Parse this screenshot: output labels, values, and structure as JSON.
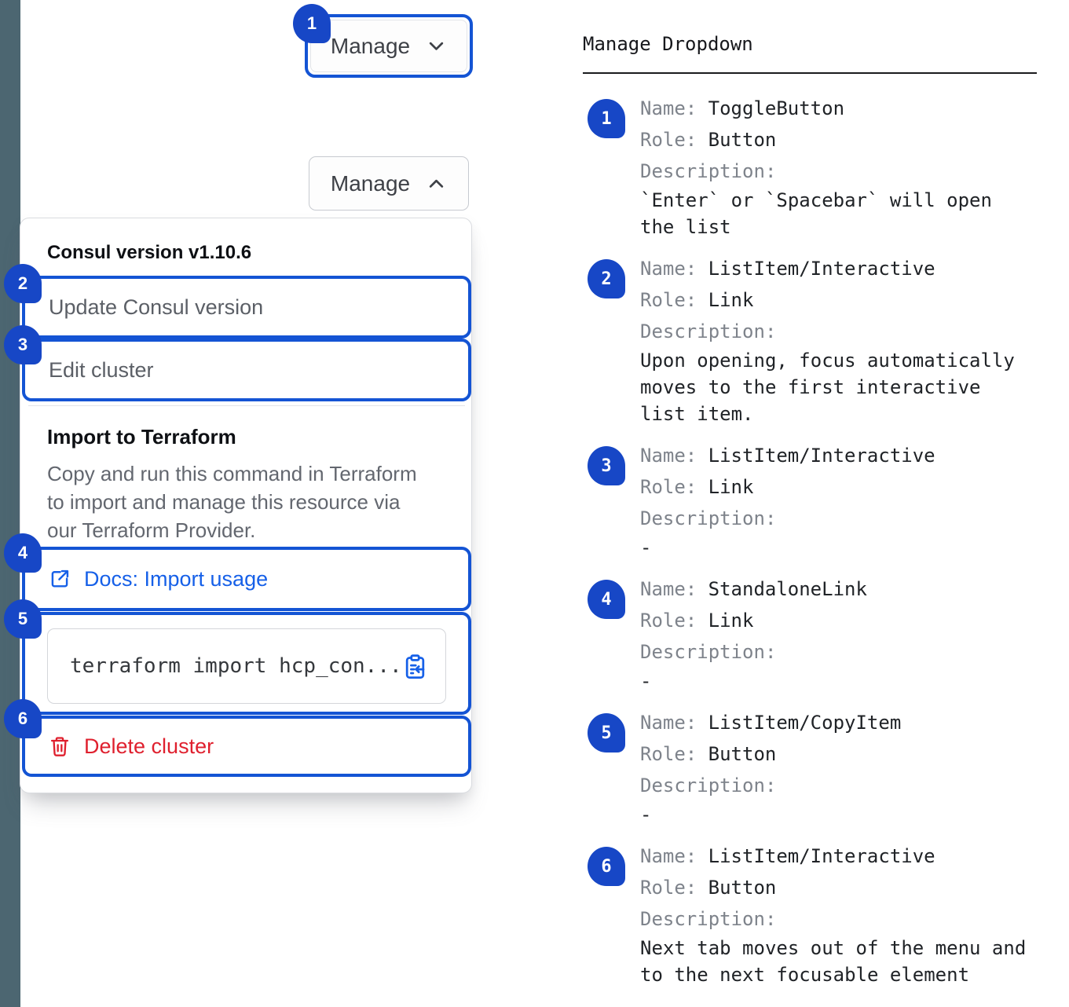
{
  "colors": {
    "slate": "#4c6671",
    "badge": "#1747c6",
    "ring": "#1454d4",
    "link": "#1660e8",
    "red": "#df202e"
  },
  "manage_collapsed": {
    "label": "Manage"
  },
  "manage_expanded": {
    "label": "Manage"
  },
  "dropdown": {
    "version_label": "Consul version v1.10.6",
    "update_item": "Update Consul version",
    "edit_item": "Edit cluster",
    "import_title": "Import to Terraform",
    "import_description": "Copy and run this command in Terraform to import and manage this resource via our Terraform Provider.",
    "docs_link": "Docs: Import usage",
    "command": "terraform import hcp_con...",
    "delete_item": "Delete cluster"
  },
  "spec": {
    "title": "Manage Dropdown",
    "labels": {
      "name": "Name:",
      "role": "Role:",
      "description": "Description:"
    },
    "items": [
      {
        "number": "1",
        "name": "ToggleButton",
        "role": "Button",
        "description": "`Enter` or `Spacebar` will open the list"
      },
      {
        "number": "2",
        "name": "ListItem/Interactive",
        "role": "Link",
        "description": "Upon opening, focus automatically moves to the first interactive list item."
      },
      {
        "number": "3",
        "name": "ListItem/Interactive",
        "role": "Link",
        "description": "-"
      },
      {
        "number": "4",
        "name": "StandaloneLink",
        "role": "Link",
        "description": "-"
      },
      {
        "number": "5",
        "name": "ListItem/CopyItem",
        "role": "Button",
        "description": "-"
      },
      {
        "number": "6",
        "name": "ListItem/Interactive",
        "role": "Button",
        "description": "Next tab moves out of the menu and to the next focusable element"
      }
    ]
  }
}
